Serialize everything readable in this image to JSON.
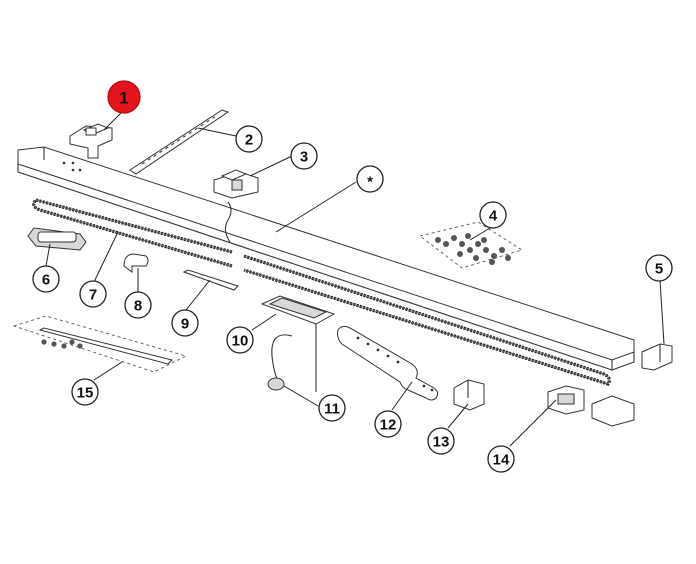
{
  "callouts": [
    {
      "id": "c1",
      "label": "1",
      "highlighted": true
    },
    {
      "id": "c2",
      "label": "2"
    },
    {
      "id": "c3",
      "label": "3"
    },
    {
      "id": "cstar",
      "label": "*"
    },
    {
      "id": "c4",
      "label": "4"
    },
    {
      "id": "c5",
      "label": "5"
    },
    {
      "id": "c6",
      "label": "6"
    },
    {
      "id": "c7",
      "label": "7"
    },
    {
      "id": "c8",
      "label": "8"
    },
    {
      "id": "c9",
      "label": "9"
    },
    {
      "id": "c10",
      "label": "10"
    },
    {
      "id": "c11",
      "label": "11"
    },
    {
      "id": "c12",
      "label": "12"
    },
    {
      "id": "c13",
      "label": "13"
    },
    {
      "id": "c14",
      "label": "14"
    },
    {
      "id": "c15",
      "label": "15"
    }
  ],
  "colors": {
    "highlight": "#e3141c",
    "line": "#333333",
    "background": "#ffffff"
  }
}
